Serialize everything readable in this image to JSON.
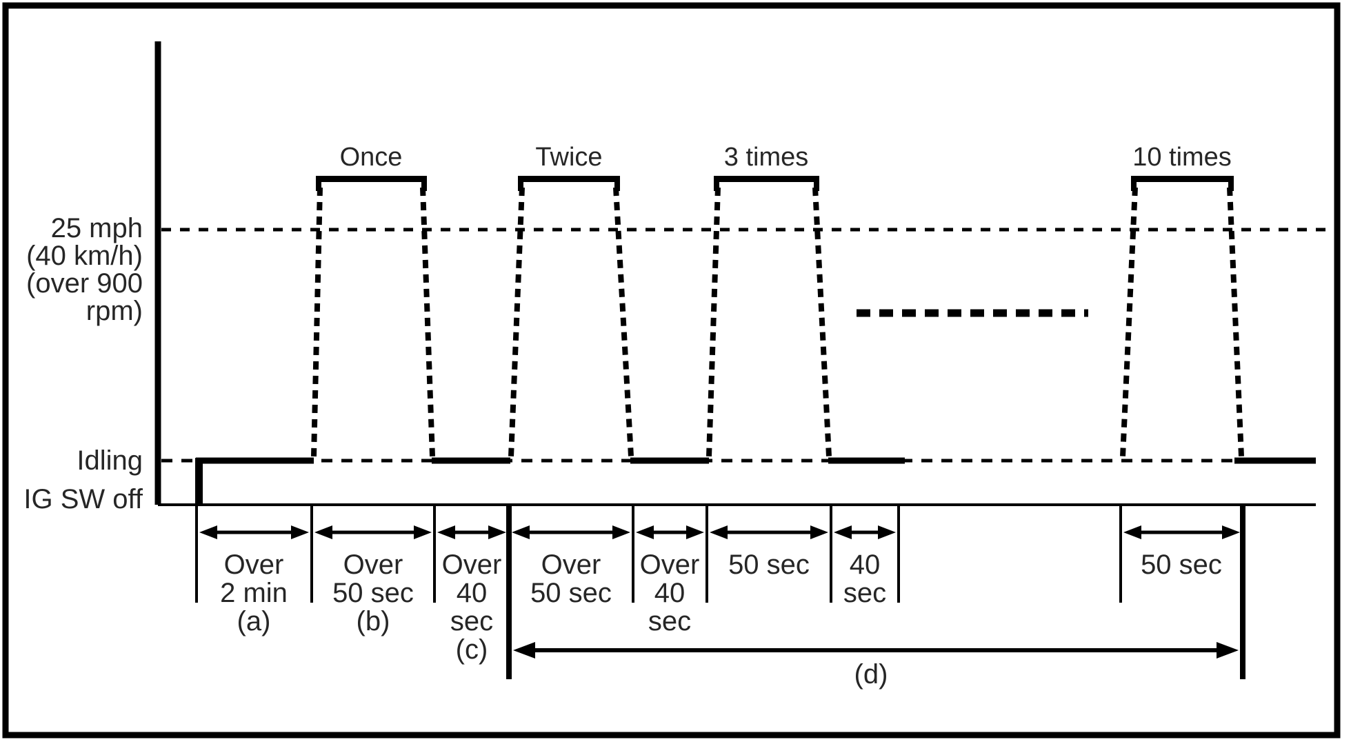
{
  "diagram": {
    "y_axis": {
      "speed_lines": [
        "25 mph",
        "(40 km/h)",
        "(over 900",
        "rpm)"
      ],
      "idling": "Idling",
      "ig_sw_off": "IG SW off"
    },
    "pulses": [
      {
        "label": "Once"
      },
      {
        "label": "Twice"
      },
      {
        "label": "3 times"
      },
      {
        "label": "10 times"
      }
    ],
    "intervals": [
      {
        "lines": [
          "Over",
          "2 min",
          "(a)"
        ]
      },
      {
        "lines": [
          "Over",
          "50 sec",
          "(b)"
        ]
      },
      {
        "lines": [
          "Over",
          "40",
          "sec",
          "(c)"
        ]
      },
      {
        "lines": [
          "Over",
          "50 sec"
        ]
      },
      {
        "lines": [
          "Over",
          "40",
          "sec"
        ]
      },
      {
        "lines": [
          "50 sec"
        ]
      },
      {
        "lines": [
          "40",
          "sec"
        ]
      },
      {
        "lines": [
          "50 sec"
        ]
      }
    ],
    "overall_label": "(d)",
    "colors": {
      "ink": "#000000",
      "text": "#262626",
      "background": "#ffffff"
    }
  }
}
